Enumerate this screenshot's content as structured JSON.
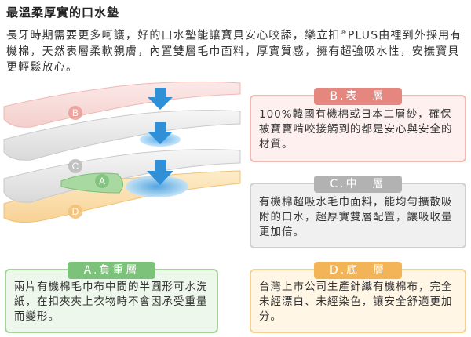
{
  "header": {
    "title": "最溫柔厚實的口水墊",
    "intro_before_mark": "長牙時期需要更多呵護，好的口水墊能讓寶貝安心咬舔，樂立扣",
    "registered_mark": "®",
    "intro_after_mark": "PLUS由裡到外採用有機棉，天然表層柔軟親膚，內置雙層毛巾面料，厚實質感，擁有超強吸水性，安撫寶貝更輕鬆放心。"
  },
  "illustration": {
    "labels": {
      "b": "B",
      "c": "C",
      "a": "A",
      "d": "D"
    },
    "colors": {
      "layer_b": "#f9dedc",
      "layer_c": "#e6e6e6",
      "layer_a": "#9fd39a",
      "layer_d": "#fbe2b4",
      "arrow": "#2f90d8",
      "absorb_spot": "#7cc0ec"
    }
  },
  "sections": {
    "b": {
      "tag": "B.表　層",
      "text": "100%韓國有機棉或日本二層紗，確保被寶寶啃咬接觸到的都是安心與安全的材質。",
      "accent": "#e5867f"
    },
    "c": {
      "tag": "C.中　層",
      "text": "有機棉超吸水毛巾面料，能均勻擴散吸附的口水，超厚實雙層配置，讓吸收量更加倍。",
      "accent": "#b2b2b2"
    },
    "a": {
      "tag": "A.負重層",
      "text": "兩片有機棉毛巾布中間的半圓形可水洗紙，在扣夾夾上衣物時不會因承受重量而變形。",
      "accent": "#7dc27a"
    },
    "d": {
      "tag": "D.底　層",
      "text": "台灣上市公司生產針織有機棉布，完全未經漂白、未經染色，讓安全舒適更加分。",
      "accent": "#f2b456"
    }
  }
}
